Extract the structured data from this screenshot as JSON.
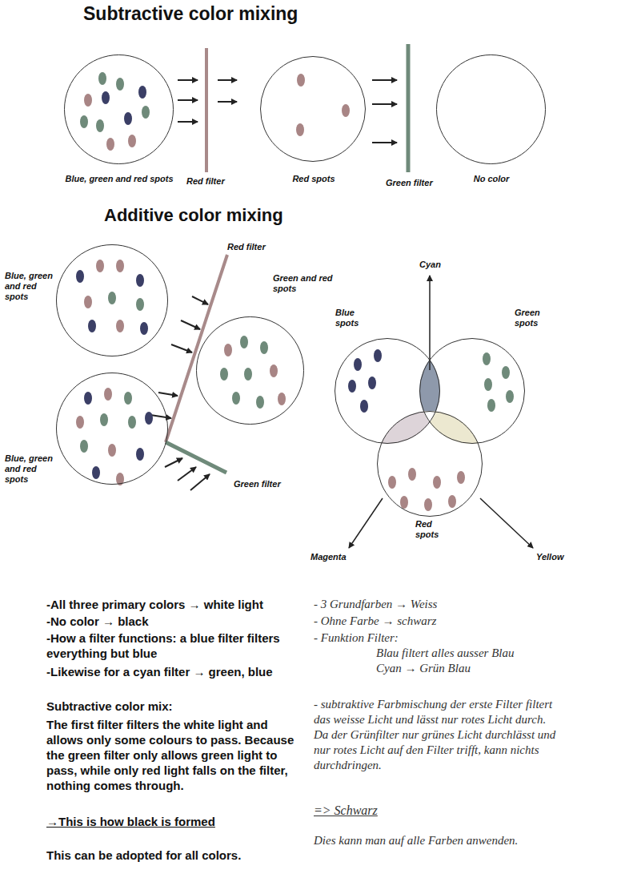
{
  "diagram": {
    "title": "Subtractive color mixing",
    "nodes": [
      {
        "text": [
          "Blue, green and red spots"
        ]
      },
      {
        "text": [
          "Red spots"
        ]
      },
      {
        "text": [
          "No color"
        ]
      },
      {
        "text": [
          "Blue, green and red spots"
        ]
      },
      {
        "text": [
          "Blue, green and red spots"
        ]
      },
      {
        "text": [
          "Green and red spots"
        ]
      },
      {
        "text": [
          "Blue spots"
        ]
      },
      {
        "text": [
          "Green spots"
        ]
      },
      {
        "text": [
          "Red spots"
        ]
      }
    ],
    "labels": [
      "Additive color mixing",
      "Red filter",
      "Green filter",
      "Red filter",
      "Green filter",
      "Cyan",
      "Magenta",
      "Yellow",
      "-All three primary colors → white light",
      "-No color → black",
      "-How a filter functions: a blue filter filters everything but blue",
      "-Likewise for a cyan filter → green, blue",
      "Subtractive color mix:",
      "The first filter filters the white light and allows only some colours to pass. Because the green filter only allows green light to pass, while only red light falls on the filter, nothing comes through.",
      "→This is how black is formed",
      "This can be adopted for all colors.",
      "- 3 Grundfarben → Weiss",
      "- Ohne Farbe → schwarz",
      "- Funktion Filter:",
      "Blau filtert alles ausser Blau",
      "Cyan → Grün Blau",
      "- subtraktive Farbmischung der erste Filter filtert das weisse Licht und lässt nur rotes Licht durch. Da der Grünfilter nur grünes Licht durchlässt und nur rotes Licht auf den Filter trifft, kann nichts durchdringen.",
      "=> Schwarz",
      "Dies kann man auf alle Farben anwenden."
    ]
  }
}
